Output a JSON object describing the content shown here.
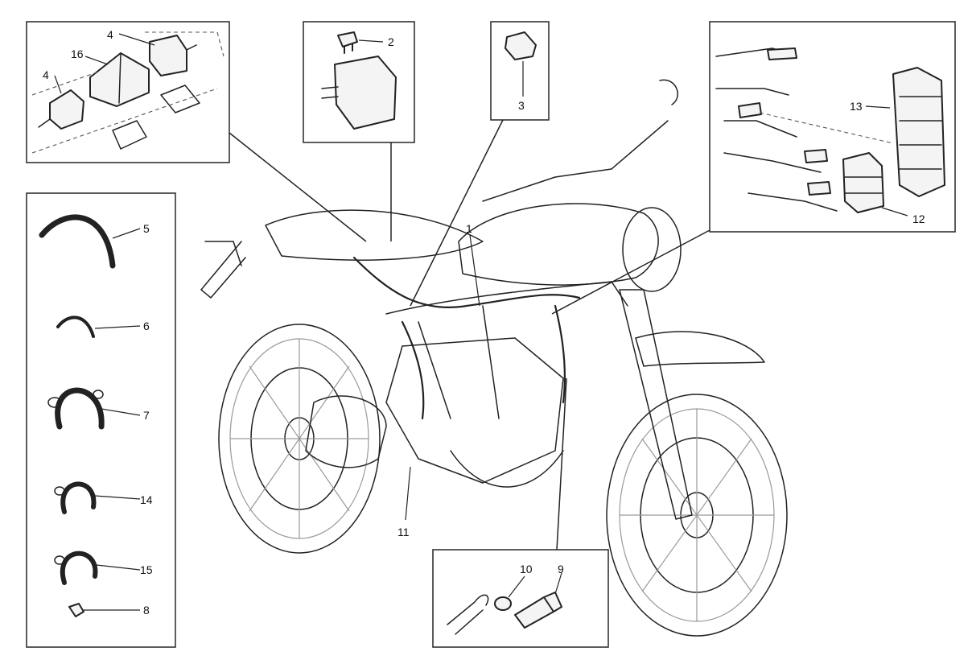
{
  "callouts": {
    "c1": "1",
    "c2": "2",
    "c3": "3",
    "c4a": "4",
    "c4b": "4",
    "c5": "5",
    "c6": "6",
    "c7": "7",
    "c8": "8",
    "c9": "9",
    "c10": "10",
    "c11": "11",
    "c12": "12",
    "c13": "13",
    "c14": "14",
    "c15": "15",
    "c16": "16"
  },
  "colors": {
    "line": "#222222",
    "background": "#ffffff",
    "frame": "#333333"
  }
}
